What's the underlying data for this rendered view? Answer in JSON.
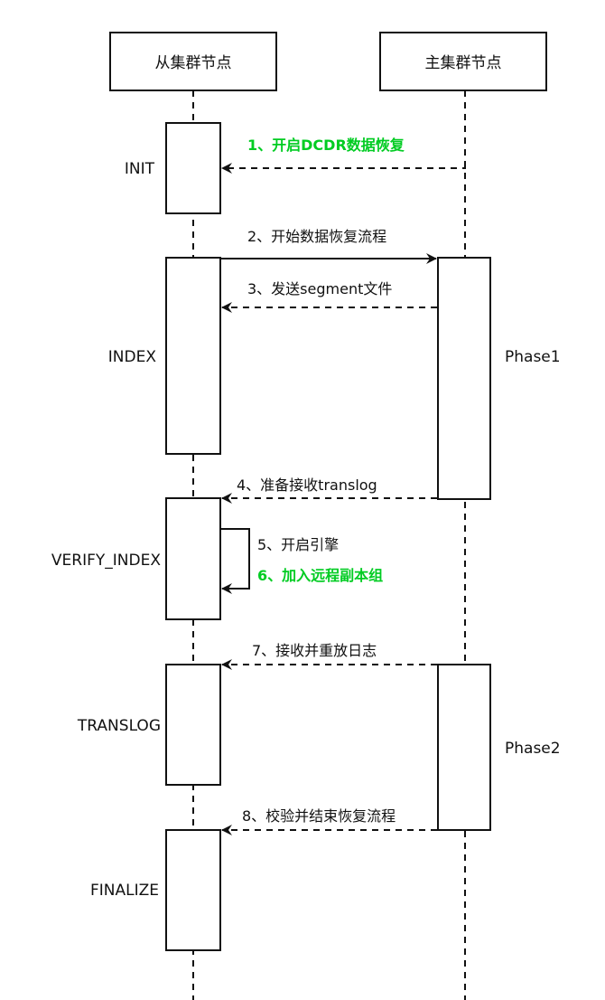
{
  "colors": {
    "line": "#111111",
    "highlight": "#00cc22",
    "background": "#ffffff"
  },
  "participants": [
    {
      "id": "slave",
      "label": "从集群节点"
    },
    {
      "id": "master",
      "label": "主集群节点"
    }
  ],
  "states": [
    {
      "label": "INIT"
    },
    {
      "label": "INDEX"
    },
    {
      "label": "VERIFY_INDEX"
    },
    {
      "label": "TRANSLOG"
    },
    {
      "label": "FINALIZE"
    }
  ],
  "phases": [
    {
      "label": "Phase1"
    },
    {
      "label": "Phase2"
    }
  ],
  "messages": [
    {
      "label": "1、开启DCDR数据恢复",
      "from": "master",
      "to": "slave",
      "style": "dashed",
      "highlight": true
    },
    {
      "label": "2、开始数据恢复流程",
      "from": "slave",
      "to": "master",
      "style": "solid",
      "highlight": false
    },
    {
      "label": "3、发送segment文件",
      "from": "master",
      "to": "slave",
      "style": "dashed",
      "highlight": false
    },
    {
      "label": "4、准备接收translog",
      "from": "master",
      "to": "slave",
      "style": "dashed",
      "highlight": false
    },
    {
      "label": "5、开启引擎",
      "from": "slave",
      "to": "slave",
      "style": "solid",
      "highlight": false
    },
    {
      "label": "6、加入远程副本组",
      "from": "slave",
      "to": "slave",
      "style": "solid",
      "highlight": true
    },
    {
      "label": "7、接收并重放日志",
      "from": "master",
      "to": "slave",
      "style": "dashed",
      "highlight": false
    },
    {
      "label": "8、校验并结束恢复流程",
      "from": "master",
      "to": "slave",
      "style": "dashed",
      "highlight": false
    }
  ]
}
